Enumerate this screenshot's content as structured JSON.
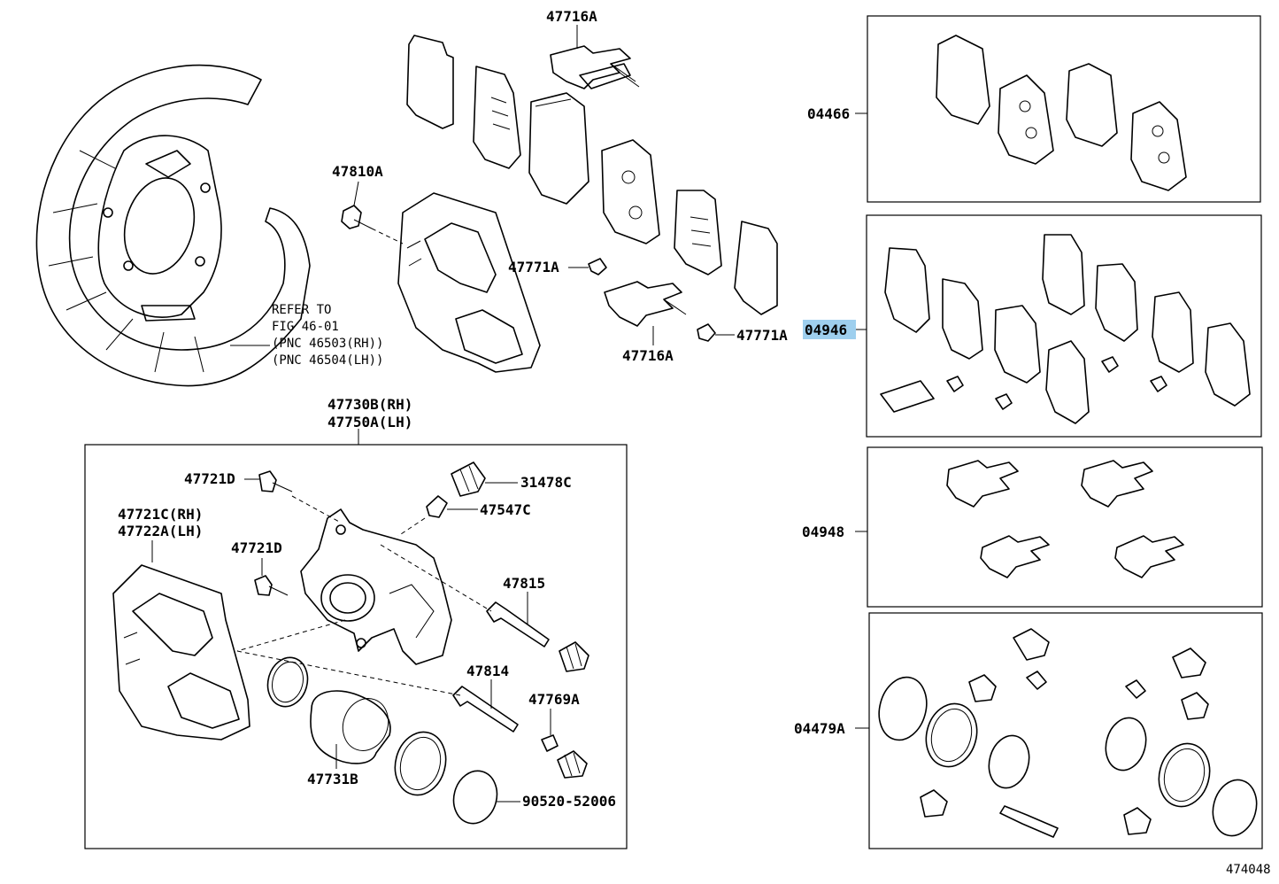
{
  "labels": {
    "shim_kit_top": "47716A",
    "bolt_top": "47810A",
    "clip_left": "47771A",
    "clip_right": "47771A",
    "shim_kit_mid": "47716A",
    "refer_line1": "REFER TO",
    "refer_line2": "FIG 46-01",
    "refer_line3": "(PNC 46503(RH))",
    "refer_line4": "(PNC 46504(LH))",
    "caliper_rh": "47730B(RH)",
    "caliper_lh": "47750A(LH)",
    "bolt_a": "47721D",
    "bolt_b": "47721D",
    "boot_top": "31478C",
    "bleeder": "47547C",
    "mount_rh": "47721C(RH)",
    "mount_lh": "47722A(LH)",
    "pin_a": "47815",
    "pin_b": "47814",
    "bushing": "47769A",
    "piston": "47731B",
    "seal": "90520-52006",
    "kit_pads": "04466",
    "kit_shims": "04946",
    "kit_anti": "04948",
    "kit_seal": "04479A",
    "figure_id": "474048"
  },
  "highlight": {
    "part": "04946",
    "color": "#9ecfee"
  }
}
